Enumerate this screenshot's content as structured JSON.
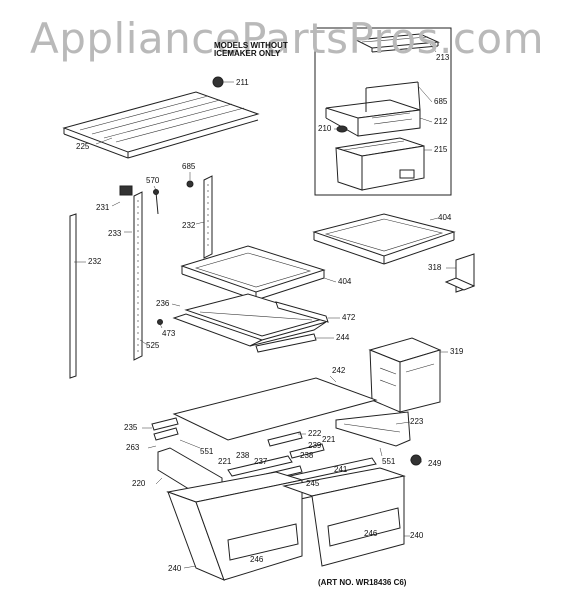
{
  "watermark": "AppliancePartsPros.com",
  "note": {
    "line1": "MODELS WITHOUT",
    "line2": "ICEMAKER ONLY"
  },
  "art_number": "(ART NO. WR18436 C6)",
  "callouts": [
    {
      "id": "c213",
      "text": "213"
    },
    {
      "id": "c211",
      "text": "211"
    },
    {
      "id": "c685a",
      "text": "685"
    },
    {
      "id": "c212",
      "text": "212"
    },
    {
      "id": "c210",
      "text": "210"
    },
    {
      "id": "c215",
      "text": "215"
    },
    {
      "id": "c225",
      "text": "225"
    },
    {
      "id": "c685b",
      "text": "685"
    },
    {
      "id": "c570",
      "text": "570"
    },
    {
      "id": "c231",
      "text": "231"
    },
    {
      "id": "c233",
      "text": "233"
    },
    {
      "id": "c232a",
      "text": "232"
    },
    {
      "id": "c232b",
      "text": "232"
    },
    {
      "id": "c404a",
      "text": "404"
    },
    {
      "id": "c318",
      "text": "318"
    },
    {
      "id": "c404b",
      "text": "404"
    },
    {
      "id": "c236",
      "text": "236"
    },
    {
      "id": "c472",
      "text": "472"
    },
    {
      "id": "c473",
      "text": "473"
    },
    {
      "id": "c244",
      "text": "244"
    },
    {
      "id": "c525",
      "text": "525"
    },
    {
      "id": "c319",
      "text": "319"
    },
    {
      "id": "c242",
      "text": "242"
    },
    {
      "id": "c235",
      "text": "235"
    },
    {
      "id": "c223",
      "text": "223"
    },
    {
      "id": "c263",
      "text": "263"
    },
    {
      "id": "c222",
      "text": "222"
    },
    {
      "id": "c221a",
      "text": "221"
    },
    {
      "id": "c239",
      "text": "239"
    },
    {
      "id": "c551a",
      "text": "551"
    },
    {
      "id": "c238a",
      "text": "238"
    },
    {
      "id": "c238b",
      "text": "238"
    },
    {
      "id": "c221b",
      "text": "221"
    },
    {
      "id": "c237",
      "text": "237"
    },
    {
      "id": "c551b",
      "text": "551"
    },
    {
      "id": "c249",
      "text": "249"
    },
    {
      "id": "c241",
      "text": "241"
    },
    {
      "id": "c220",
      "text": "220"
    },
    {
      "id": "c245",
      "text": "245"
    },
    {
      "id": "c246a",
      "text": "246"
    },
    {
      "id": "c246b",
      "text": "246"
    },
    {
      "id": "c240a",
      "text": "240"
    },
    {
      "id": "c240b",
      "text": "240"
    }
  ]
}
